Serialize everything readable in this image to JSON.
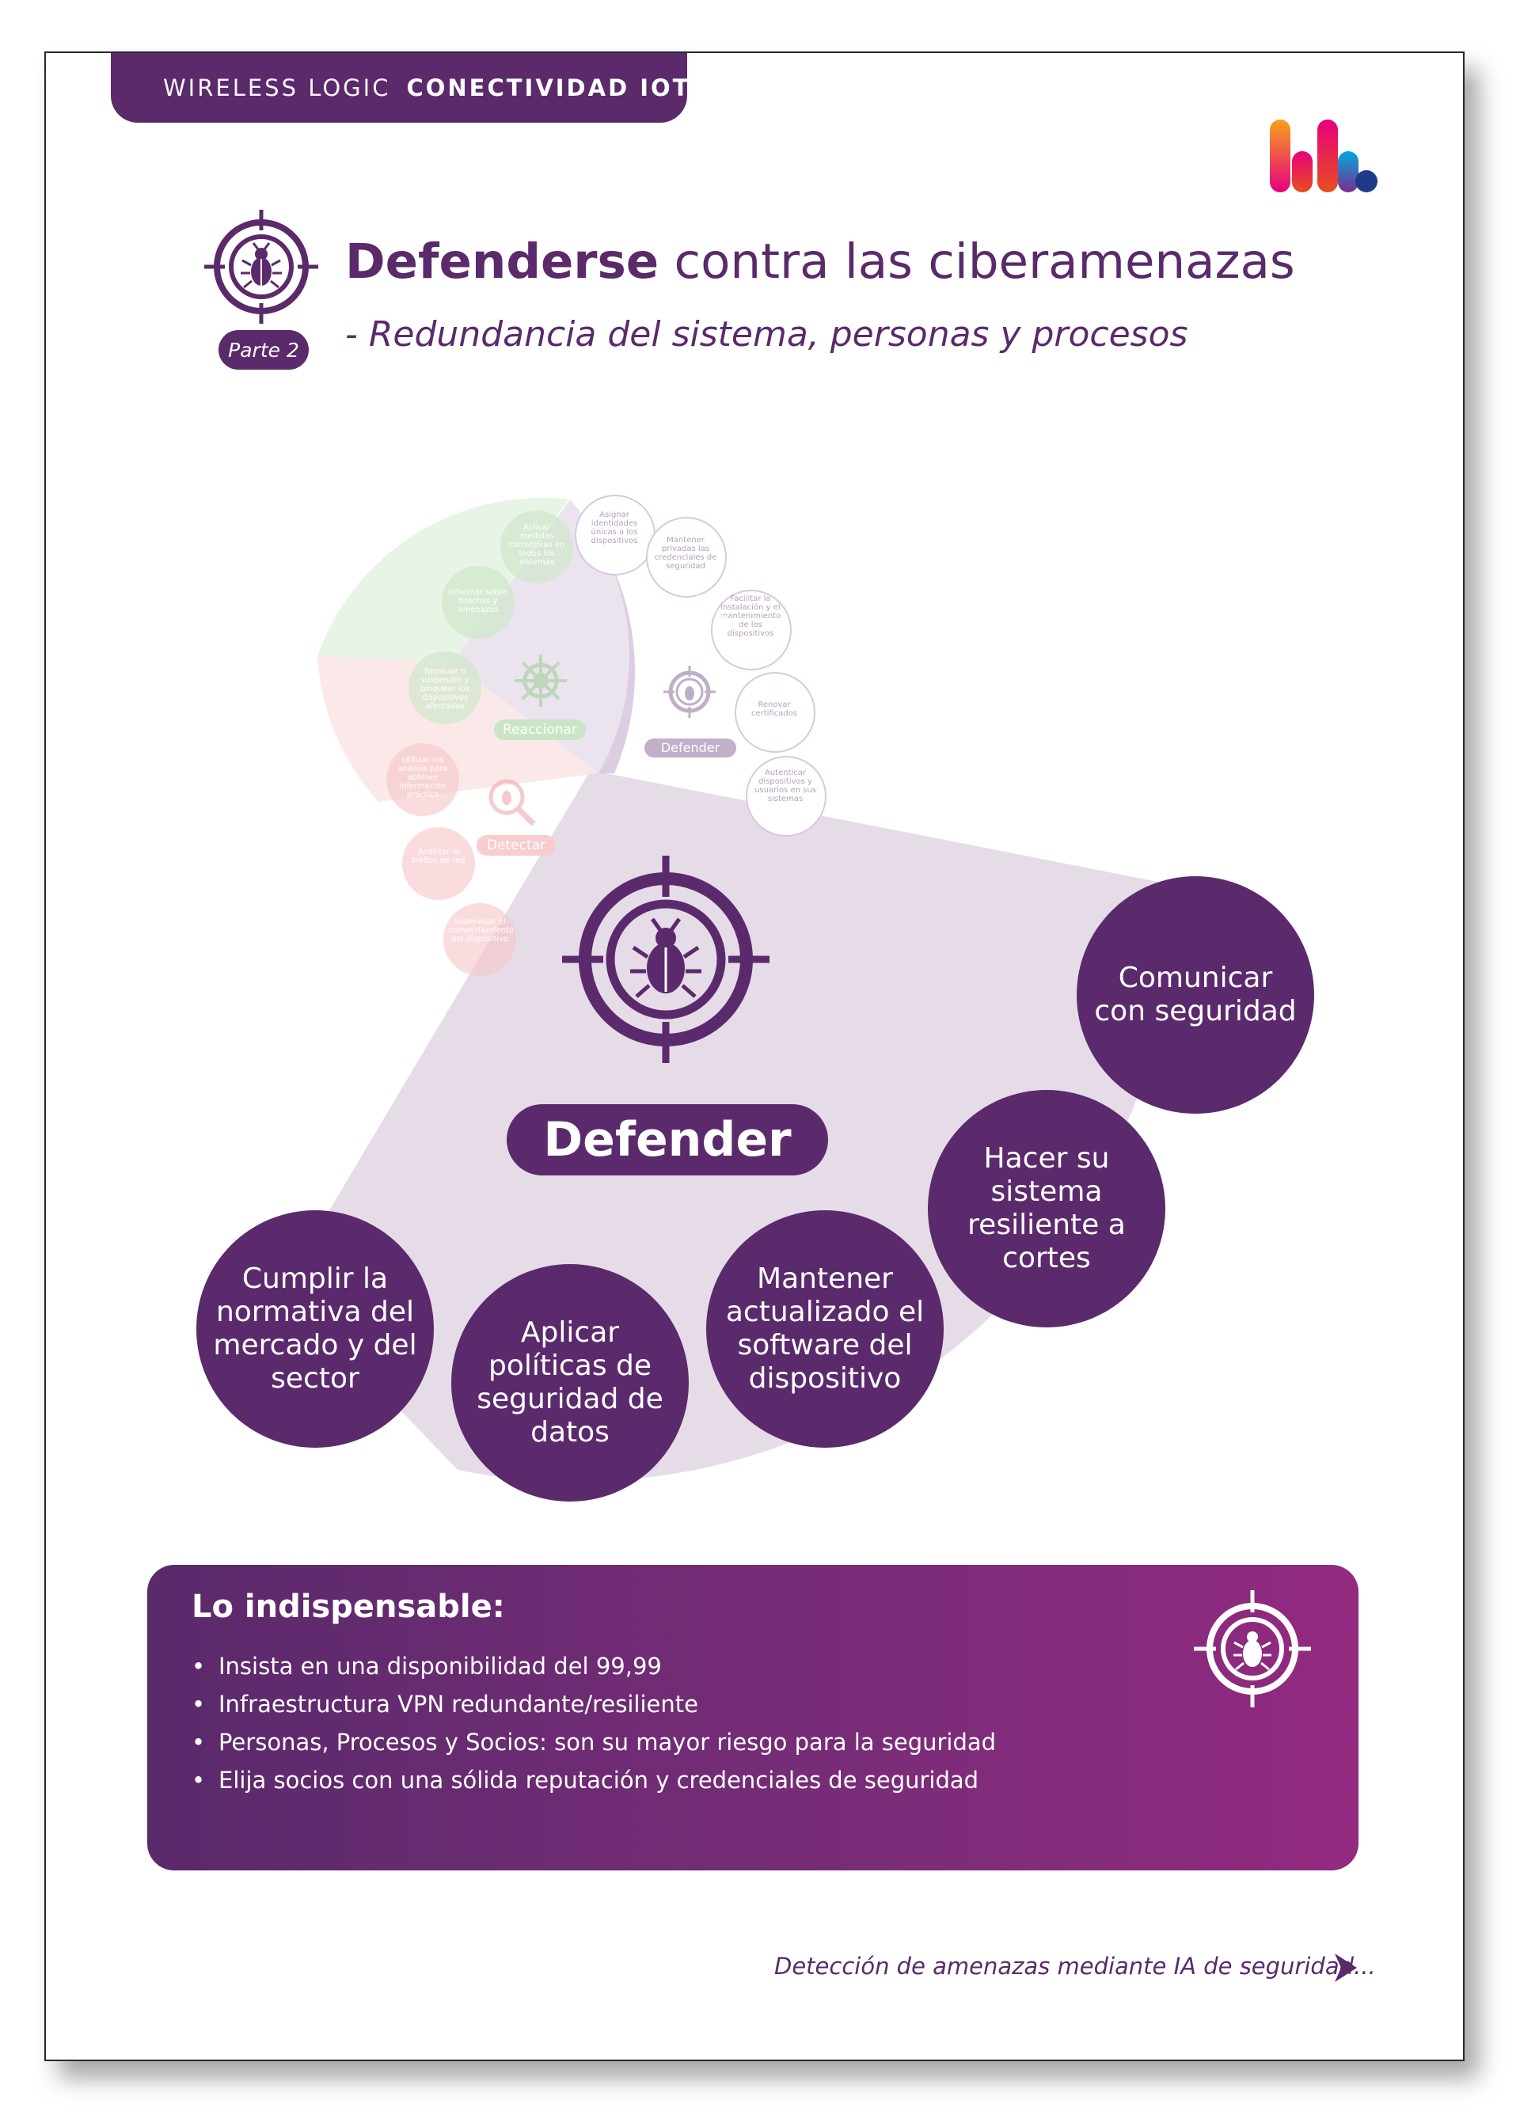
{
  "header": {
    "brand": "WIRELESS LOGIC",
    "section": "CONECTIVIDAD IOT"
  },
  "part_label": "Parte 2",
  "title": {
    "bold": "Defenderse",
    "rest": " contra las ciberamenazas"
  },
  "subtitle": "- Redundancia del sistema, personas y procesos",
  "wheel": {
    "defender_label": "Defender",
    "reaccionar_label": "Reaccionar",
    "detectar_label": "Detectar",
    "defender_items": [
      "Asignar identidades únicas a los dispositivos",
      "Mantener privadas las credenciales de seguridad",
      "Facilitar la instalación y el mantenimiento de los dispositivos",
      "Renovar certificados",
      "Autenticar dispositivos y usuarios en sus sistemas"
    ],
    "reaccionar_items": [
      "Aplicar medidas correctivas en todos los sistemas",
      "Informar sobre brechas y amenazas",
      "Reiniciar o suspender y bloquear los dispositivos afectados"
    ],
    "detectar_items": [
      "Utilizar los análisis para obtener información práctica",
      "Analizar el tráfico de red",
      "Supervisar el comportamiento del dispositivo"
    ],
    "arc_text": "Comunicar con seguridad"
  },
  "defender": {
    "label": "Defender",
    "circles": [
      "Comunicar con seguridad",
      "Hacer su sistema resiliente a cortes",
      "Mantener actualizado el software del dispositivo",
      "Aplicar políticas de seguridad de datos",
      "Cumplir la normativa del mercado y del sector"
    ]
  },
  "essentials": {
    "title": "Lo indispensable:",
    "bullet": "•",
    "items": [
      "Insista en una disponibilidad del 99,99",
      "Infraestructura VPN redundante/resiliente",
      "Personas, Procesos y Socios: son su mayor riesgo para la seguridad",
      "Elija socios con una sólida reputación y credenciales de seguridad"
    ]
  },
  "footer_link": "Detección de amenazas mediante IA de seguridad...",
  "icons": {
    "target": "target-bug-icon",
    "search": "search-bug-icon",
    "ship": "ship-wheel-bug-icon",
    "arrow": "arrow-right-icon"
  },
  "colors": {
    "brand_purple": "#5a2a6b",
    "magenta": "#922a80",
    "defender_tint": "#e6dce8",
    "react_green": "#b9dfb5",
    "detect_pink": "#f6c5c8"
  }
}
